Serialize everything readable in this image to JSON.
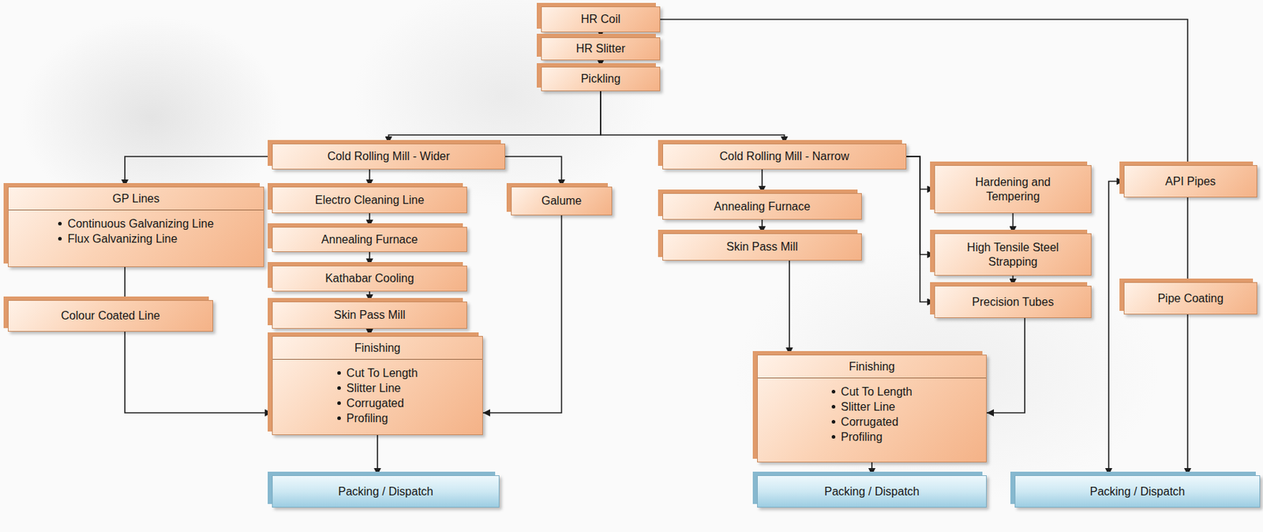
{
  "diagram": {
    "nodes": [
      {
        "text": [
          "HR Coil"
        ]
      },
      {
        "text": [
          "HR Slitter"
        ]
      },
      {
        "text": [
          "Pickling"
        ]
      },
      {
        "text": [
          "Cold Rolling Mill - Wider"
        ]
      },
      {
        "text": [
          "GP Lines",
          "Continuous Galvanizing Line",
          "Flux Galvanizing Line"
        ]
      },
      {
        "text": [
          "Electro Cleaning Line"
        ]
      },
      {
        "text": [
          "Annealing Furnace"
        ]
      },
      {
        "text": [
          "Kathabar Cooling"
        ]
      },
      {
        "text": [
          "Skin Pass Mill"
        ]
      },
      {
        "text": [
          "Galume"
        ]
      },
      {
        "text": [
          "Colour Coated Line"
        ]
      },
      {
        "text": [
          "Finishing",
          "Cut To Length",
          "Slitter Line",
          "Corrugated",
          "Profiling"
        ]
      },
      {
        "text": [
          "Packing / Dispatch"
        ]
      },
      {
        "text": [
          "Cold Rolling Mill - Narrow"
        ]
      },
      {
        "text": [
          "Annealing Furnace"
        ]
      },
      {
        "text": [
          "Skin Pass Mill"
        ]
      },
      {
        "text": [
          "Hardening and Tempering"
        ]
      },
      {
        "text": [
          "High Tensile Steel Strapping"
        ]
      },
      {
        "text": [
          "Precision Tubes"
        ]
      },
      {
        "text": [
          "Finishing",
          "Cut To Length",
          "Slitter Line",
          "Corrugated",
          "Profiling"
        ]
      },
      {
        "text": [
          "Packing / Dispatch"
        ]
      },
      {
        "text": [
          "API Pipes"
        ]
      },
      {
        "text": [
          "Pipe Coating"
        ]
      },
      {
        "text": [
          "Packing / Dispatch"
        ]
      }
    ],
    "edges": [
      {
        "from": 0,
        "to": 1,
        "arrow": "to"
      },
      {
        "from": 1,
        "to": 2,
        "arrow": "to"
      },
      {
        "from": 2,
        "to": 3,
        "arrow": "to"
      },
      {
        "from": 2,
        "to": 13,
        "arrow": "to"
      },
      {
        "from": 3,
        "to": 4,
        "arrow": "to"
      },
      {
        "from": 3,
        "to": 5,
        "arrow": "to"
      },
      {
        "from": 3,
        "to": 9,
        "arrow": "to"
      },
      {
        "from": 5,
        "to": 6,
        "arrow": "to"
      },
      {
        "from": 6,
        "to": 7,
        "arrow": "to"
      },
      {
        "from": 7,
        "to": 8,
        "arrow": "to"
      },
      {
        "from": 8,
        "to": 11,
        "arrow": "to"
      },
      {
        "from": 4,
        "to": 10,
        "arrow": "none"
      },
      {
        "from": 10,
        "to": 11,
        "arrow": "to"
      },
      {
        "from": 9,
        "to": 11,
        "arrow": "to"
      },
      {
        "from": 11,
        "to": 12,
        "arrow": "to"
      },
      {
        "from": 13,
        "to": 14,
        "arrow": "to"
      },
      {
        "from": 14,
        "to": 15,
        "arrow": "to"
      },
      {
        "from": 15,
        "to": 19,
        "arrow": "to"
      },
      {
        "from": 13,
        "to": 16,
        "arrow": "to"
      },
      {
        "from": 13,
        "to": 17,
        "arrow": "to"
      },
      {
        "from": 13,
        "to": 18,
        "arrow": "to"
      },
      {
        "from": 16,
        "to": 17,
        "arrow": "to"
      },
      {
        "from": 17,
        "to": 18,
        "arrow": "to"
      },
      {
        "from": 18,
        "to": 19,
        "arrow": "to"
      },
      {
        "from": 19,
        "to": 20,
        "arrow": "to"
      },
      {
        "from": 0,
        "to": 21,
        "arrow": "none"
      },
      {
        "from": 21,
        "to": 22,
        "arrow": "none"
      },
      {
        "from": 22,
        "to": 23,
        "arrow": "to"
      },
      {
        "from": 21,
        "to": 23,
        "arrow": "both"
      }
    ]
  }
}
